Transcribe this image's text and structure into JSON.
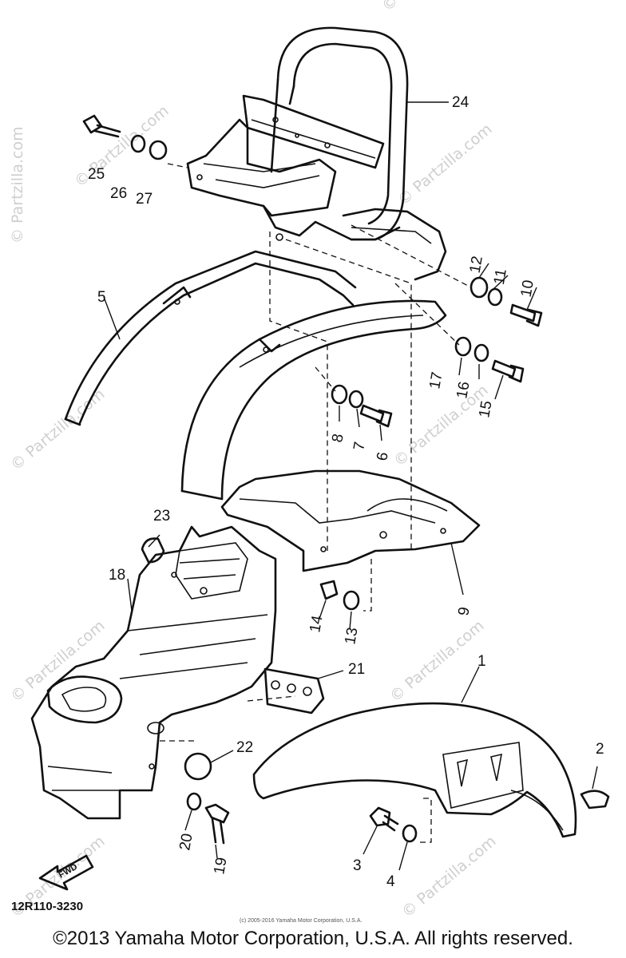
{
  "watermark": "© Partzilla.com",
  "diagram_code": "12R110-3230",
  "fwd_label": "FWD",
  "small_copyright": "(c) 2005-2016 Yamaha Motor Corporation, U.S.A.",
  "footer_copyright": "©2013 Yamaha Motor Corporation, U.S.A. All rights reserved.",
  "callouts": [
    {
      "id": "24",
      "label": "24"
    },
    {
      "id": "25",
      "label": "25"
    },
    {
      "id": "26",
      "label": "26"
    },
    {
      "id": "27",
      "label": "27"
    },
    {
      "id": "12",
      "label": "12"
    },
    {
      "id": "11",
      "label": "11"
    },
    {
      "id": "10",
      "label": "10"
    },
    {
      "id": "5",
      "label": "5"
    },
    {
      "id": "17",
      "label": "17"
    },
    {
      "id": "16",
      "label": "16"
    },
    {
      "id": "15",
      "label": "15"
    },
    {
      "id": "8",
      "label": "8"
    },
    {
      "id": "7",
      "label": "7"
    },
    {
      "id": "6",
      "label": "6"
    },
    {
      "id": "23",
      "label": "23"
    },
    {
      "id": "18",
      "label": "18"
    },
    {
      "id": "9",
      "label": "9"
    },
    {
      "id": "14",
      "label": "14"
    },
    {
      "id": "13",
      "label": "13"
    },
    {
      "id": "21",
      "label": "21"
    },
    {
      "id": "1",
      "label": "1"
    },
    {
      "id": "22",
      "label": "22"
    },
    {
      "id": "2",
      "label": "2"
    },
    {
      "id": "20",
      "label": "20"
    },
    {
      "id": "19",
      "label": "19"
    },
    {
      "id": "3",
      "label": "3"
    },
    {
      "id": "4",
      "label": "4"
    }
  ]
}
